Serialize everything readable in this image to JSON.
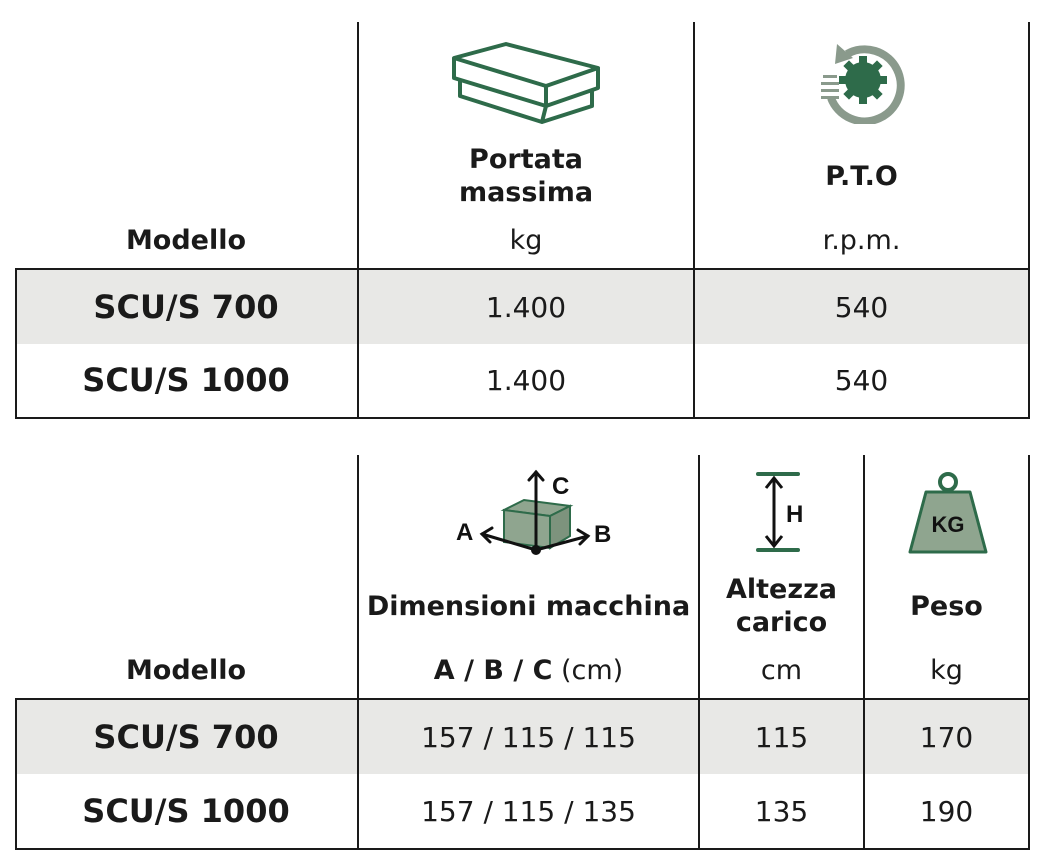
{
  "colors": {
    "green": "#2e6b4a",
    "grey_green": "#8a9a8c",
    "row_shade": "#e8e8e6"
  },
  "table1": {
    "headers": {
      "model": "Modello",
      "capacity": {
        "title_line1": "Portata",
        "title_line2": "massima",
        "unit": "kg",
        "icon": "load-capacity-icon"
      },
      "pto": {
        "title": "P.T.O",
        "unit": "r.p.m.",
        "icon": "pto-shaft-icon"
      }
    },
    "rows": [
      {
        "model": "SCU/S 700",
        "capacity": "1.400",
        "pto": "540"
      },
      {
        "model": "SCU/S 1000",
        "capacity": "1.400",
        "pto": "540"
      }
    ]
  },
  "table2": {
    "headers": {
      "model": "Modello",
      "dimensions": {
        "title": "Dimensioni macchina",
        "unit_bold": "A / B / C",
        "unit": "(cm)",
        "icon": "dimensions-cube-icon",
        "axis_a": "A",
        "axis_b": "B",
        "axis_c": "C"
      },
      "height": {
        "title_line1": "Altezza",
        "title_line2": "carico",
        "unit": "cm",
        "icon": "height-icon",
        "axis_h": "H"
      },
      "weight": {
        "title": "Peso",
        "unit": "kg",
        "icon": "weight-icon",
        "icon_text": "KG"
      }
    },
    "rows": [
      {
        "model": "SCU/S 700",
        "dimensions": "157 / 115 / 115",
        "height": "115",
        "weight": "170"
      },
      {
        "model": "SCU/S 1000",
        "dimensions": "157 / 115 / 135",
        "height": "135",
        "weight": "190"
      }
    ]
  }
}
